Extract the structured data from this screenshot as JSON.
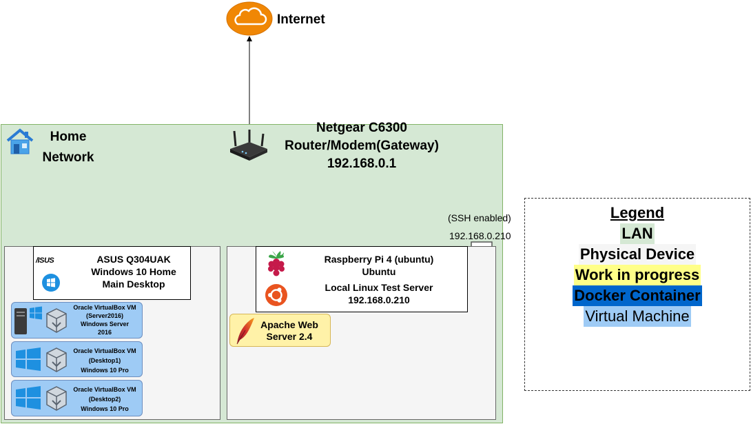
{
  "internet": {
    "label": "Internet",
    "cloud_color": "#f08705"
  },
  "home_network": {
    "line1": "Home",
    "line2": "Network"
  },
  "router": {
    "line1": "Netgear C6300",
    "line2": "Router/Modem(Gateway)",
    "line3": "192.168.0.1"
  },
  "pi_network": {
    "ssh_note": "(SSH enabled)",
    "ip": "192.168.0.210"
  },
  "desktop": {
    "brand": "/ISUS",
    "line1": "ASUS Q304UAK",
    "line2": "Windows 10 Home",
    "line3": "Main Desktop"
  },
  "vms": [
    {
      "l1": "Oracle VirtualBox VM",
      "l2": "(Server2016)",
      "l3": "Windows Server",
      "l4": "2016"
    },
    {
      "l1": "Oracle VirtualBox VM",
      "l2": "(Desktop1)",
      "l3": "Windows 10 Pro"
    },
    {
      "l1": "Oracle VirtualBox VM",
      "l2": "(Desktop2)",
      "l3": "Windows 10 Pro"
    }
  ],
  "pi": {
    "line1": "Raspberry Pi 4 (ubuntu)",
    "line2": "Ubuntu",
    "line3": "Local Linux Test Server",
    "line4": "192.168.0.210"
  },
  "apache": {
    "line1": "Apache Web",
    "line2": "Server 2.4"
  },
  "legend": {
    "title": "Legend",
    "items": [
      {
        "label": "LAN",
        "bg": "#d5e8d4",
        "bold": true
      },
      {
        "label": "Physical Device",
        "bg": "#f5f5f5",
        "bold": true
      },
      {
        "label": "Work in progress",
        "bg": "#ffff88",
        "bold": true
      },
      {
        "label": "Docker Container",
        "bg": "#0066cc",
        "bold": true
      },
      {
        "label": "Virtual Machine",
        "bg": "#9ecbf5",
        "bold": false
      }
    ]
  },
  "colors": {
    "lan": "#d5e8d4",
    "physical": "#f5f5f5",
    "wip": "#fff2a8",
    "vm": "#9ecbf5",
    "docker": "#0066cc"
  }
}
